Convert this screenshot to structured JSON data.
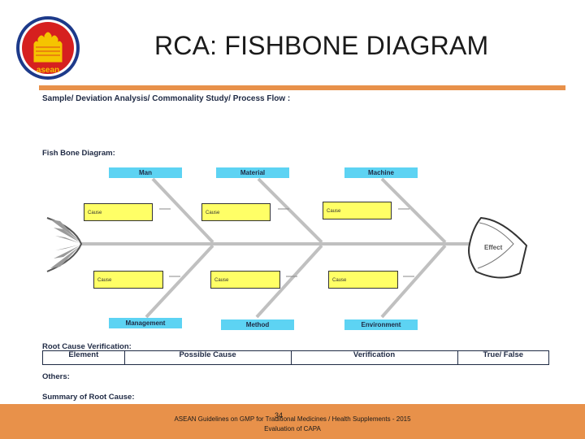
{
  "header": {
    "logo_text": "asean",
    "title": "RCA: FISHBONE DIAGRAM",
    "accent_color": "#e8914a"
  },
  "form": {
    "heading": "Sample/ Deviation Analysis/ Commonality Study/ Process Flow :",
    "fishbone_label": "Fish Bone Diagram:",
    "top_categories": [
      "Man",
      "Material",
      "Machine"
    ],
    "bottom_categories": [
      "Management",
      "Method",
      "Environment"
    ],
    "top_causes": [
      "Cause",
      "Cause",
      "Cause"
    ],
    "bottom_causes": [
      "Cause",
      "Cause",
      "Cause"
    ],
    "effect": "Effect",
    "rcv_label": "Root Cause Verification:",
    "rcv_columns": [
      "Element",
      "Possible Cause",
      "Verification",
      "True/ False"
    ],
    "others_label": "Others:",
    "summary_label": "Summary of Root Cause:"
  },
  "footer": {
    "line1": "ASEAN Guidelines on GMP for Traditional Medicines / Health Supplements - 2015",
    "line2": "Evaluation of CAPA",
    "page_number": "34"
  }
}
